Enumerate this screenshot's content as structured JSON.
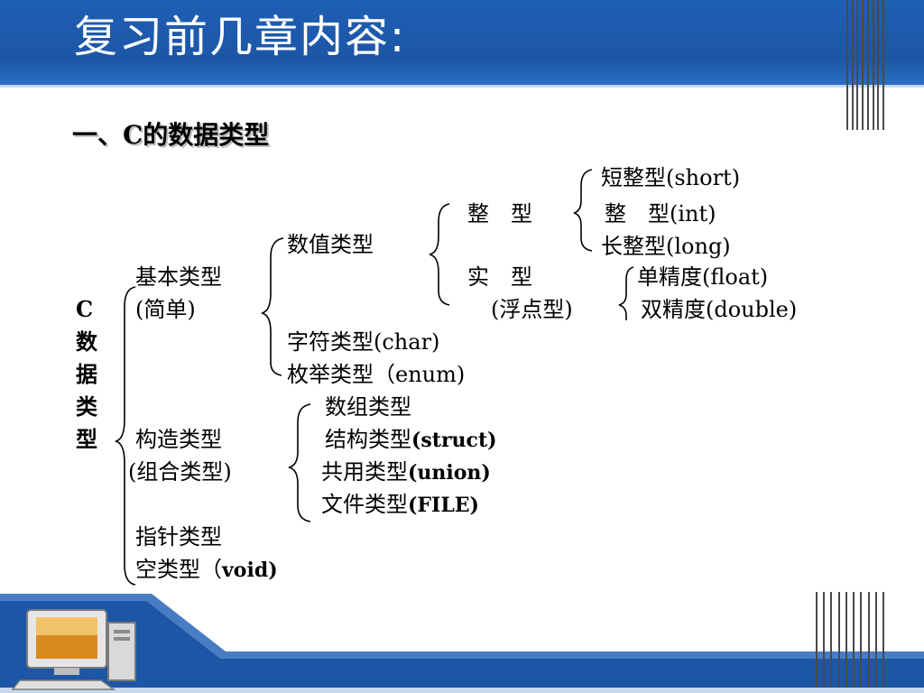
{
  "slide": {
    "title": "复习前几章内容:",
    "subtitle": "一、C的数据类型"
  },
  "diagram": {
    "root": [
      "C",
      "数",
      "据",
      "类",
      "型"
    ],
    "basic": [
      "基本类型",
      "(简单)"
    ],
    "numeric": "数值类型",
    "integer": "整　型",
    "short": "短整型(short)",
    "int": "整　型(int)",
    "long": "长整型(long)",
    "real": [
      "实　型",
      "(浮点型)"
    ],
    "float": "单精度(float)",
    "double": "双精度(double)",
    "char": "字符类型(char)",
    "enum": "枚举类型（enum)",
    "constructed": [
      "构造类型",
      "(组合类型)"
    ],
    "array": "数组类型",
    "struct": [
      "结构类型",
      "(struct)"
    ],
    "union": [
      "共用类型",
      "(union)"
    ],
    "file": [
      "文件类型",
      "(FILE)"
    ],
    "pointer": "指针类型",
    "void": [
      "空类型（",
      "void)"
    ]
  },
  "colors": {
    "header": "#1d56a6",
    "header_rule": "#c9d8ee",
    "stripes": "#4a4a4a",
    "text": "#000000"
  },
  "icons": [
    "computer-icon"
  ]
}
